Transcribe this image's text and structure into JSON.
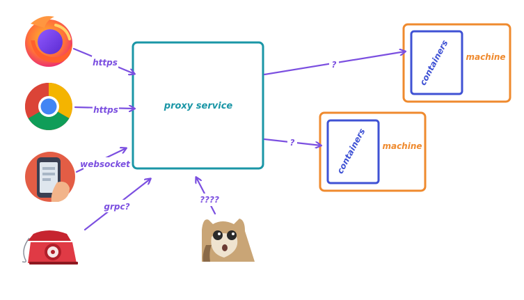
{
  "colors": {
    "arrow": "#7b4fe0",
    "proxy_box": "#1a96a6",
    "machine_box": "#ef8a2e",
    "container_box": "#3f52d4",
    "label_purple": "#7b4fe0",
    "label_teal": "#1a96a6",
    "label_orange": "#ef8a2e"
  },
  "proxy": {
    "label": "proxy service"
  },
  "clients": [
    {
      "icon": "firefox-icon",
      "edge_label": "https"
    },
    {
      "icon": "chrome-icon",
      "edge_label": "https"
    },
    {
      "icon": "phone-icon",
      "edge_label": "websocket"
    },
    {
      "icon": "telephone-icon",
      "edge_label": "grpc?"
    }
  ],
  "machines": [
    {
      "label": "machine",
      "container_label": "containers",
      "edge_label": "?"
    },
    {
      "label": "machine",
      "container_label": "containers",
      "edge_label": "?"
    }
  ],
  "observer": {
    "icon": "shocked-cat-icon",
    "edge_label": "????"
  }
}
